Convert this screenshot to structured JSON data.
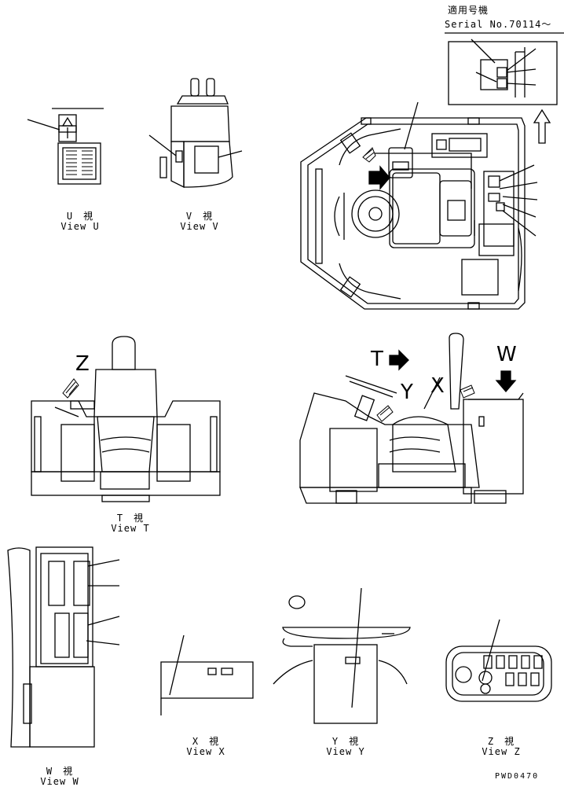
{
  "serial_note": {
    "applicable_label": "適用号機",
    "serial_label": "Serial No.70114～"
  },
  "views": {
    "u": {
      "jp": "U　視",
      "en": "View U"
    },
    "v": {
      "jp": "V　視",
      "en": "View V"
    },
    "t": {
      "jp": "T　視",
      "en": "View T"
    },
    "w": {
      "jp": "W　視",
      "en": "View W"
    },
    "x": {
      "jp": "X　視",
      "en": "View X"
    },
    "y": {
      "jp": "Y　視",
      "en": "View Y"
    },
    "z": {
      "jp": "Z　視",
      "en": "View Z"
    }
  },
  "arrow_letters": {
    "z": "Z",
    "t": "T",
    "y": "Y",
    "x": "X",
    "w": "W"
  },
  "drawing_code": "PWD0470"
}
